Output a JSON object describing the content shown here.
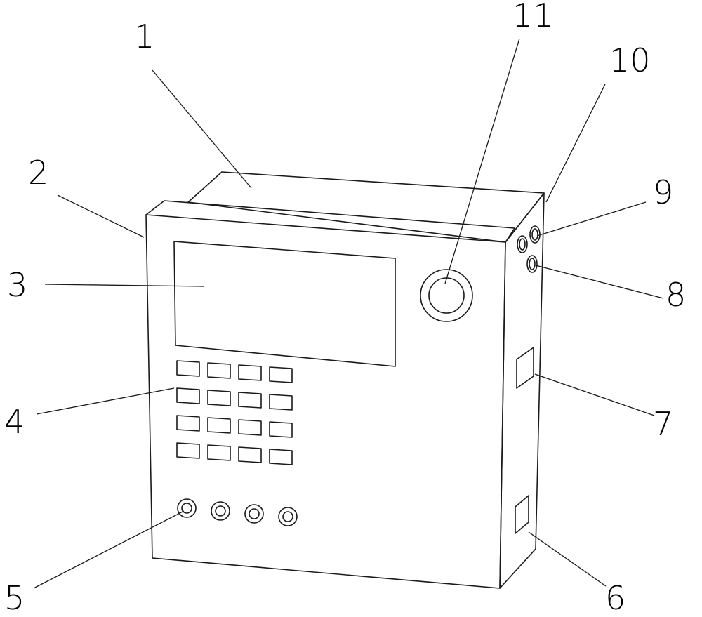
{
  "callouts": [
    {
      "id": "1",
      "label": "1"
    },
    {
      "id": "2",
      "label": "2"
    },
    {
      "id": "3",
      "label": "3"
    },
    {
      "id": "4",
      "label": "4"
    },
    {
      "id": "5",
      "label": "5"
    },
    {
      "id": "6",
      "label": "6"
    },
    {
      "id": "7",
      "label": "7"
    },
    {
      "id": "8",
      "label": "8"
    },
    {
      "id": "9",
      "label": "9"
    },
    {
      "id": "10",
      "label": "10"
    },
    {
      "id": "11",
      "label": "11"
    }
  ],
  "colors": {
    "line": "#1a1a1a",
    "background": "#ffffff"
  },
  "parts": {
    "keypad": {
      "rows": 4,
      "cols": 4
    },
    "front_knobs": {
      "count": 4
    }
  }
}
